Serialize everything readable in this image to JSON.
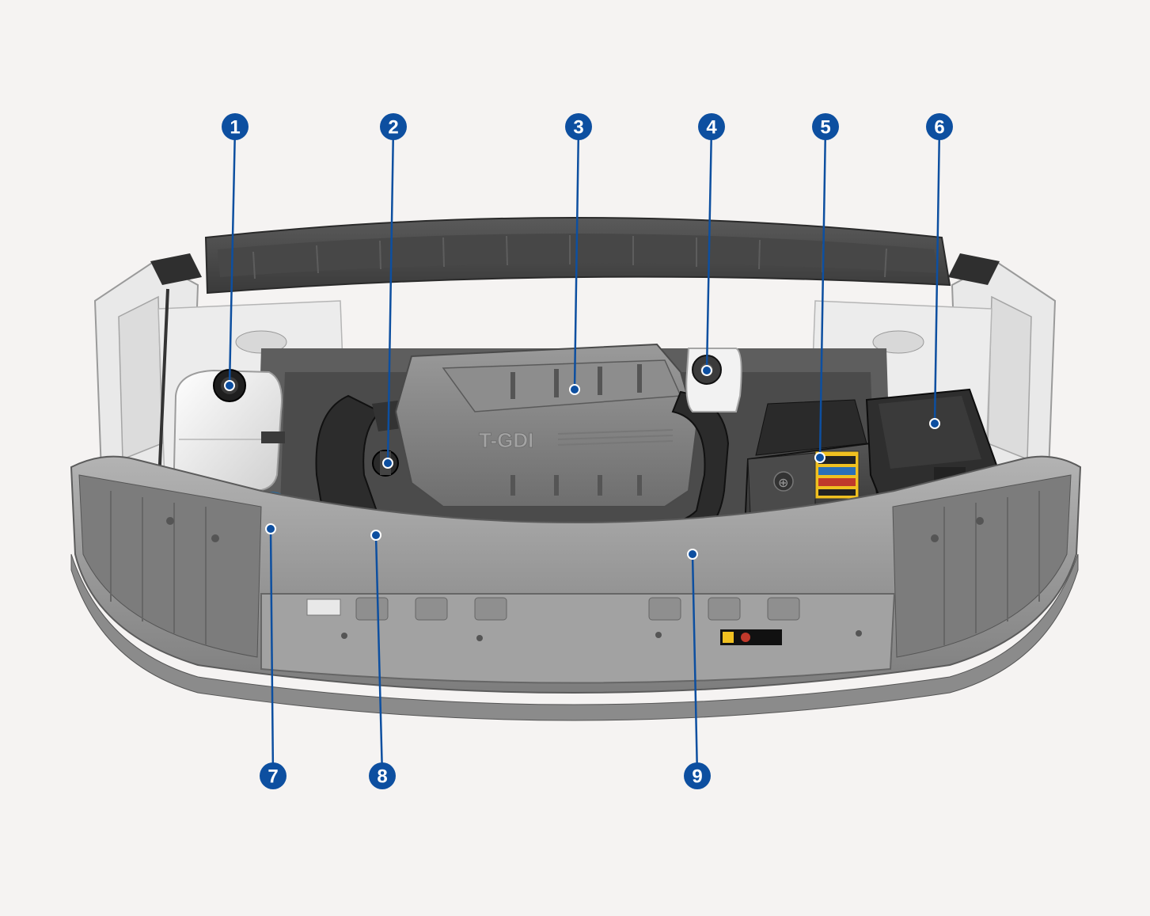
{
  "diagram": {
    "engine_badge": "T-GDI",
    "battery_symbol": "⊕",
    "callouts": [
      {
        "id": 1,
        "label": "1"
      },
      {
        "id": 2,
        "label": "2"
      },
      {
        "id": 3,
        "label": "3"
      },
      {
        "id": 4,
        "label": "4"
      },
      {
        "id": 5,
        "label": "5"
      },
      {
        "id": 6,
        "label": "6"
      },
      {
        "id": 7,
        "label": "7"
      },
      {
        "id": 8,
        "label": "8"
      },
      {
        "id": 9,
        "label": "9"
      }
    ]
  },
  "colors": {
    "background": "#f5f3f2",
    "callout_fill": "#0d4fa0",
    "callout_line": "#0d4fa0",
    "washer_cap": "#5fb3e8",
    "brake_reservoir": "#f2f2f2",
    "coolant_tank": "#f0f0f0",
    "engine_cover": "#8a8a8a",
    "battery": "#3a3a3a",
    "fuse_box": "#2e2e2e",
    "dipstick": "#e0a020",
    "positive_terminal": "#c8202a",
    "front_panel": "#9c9c9c"
  }
}
